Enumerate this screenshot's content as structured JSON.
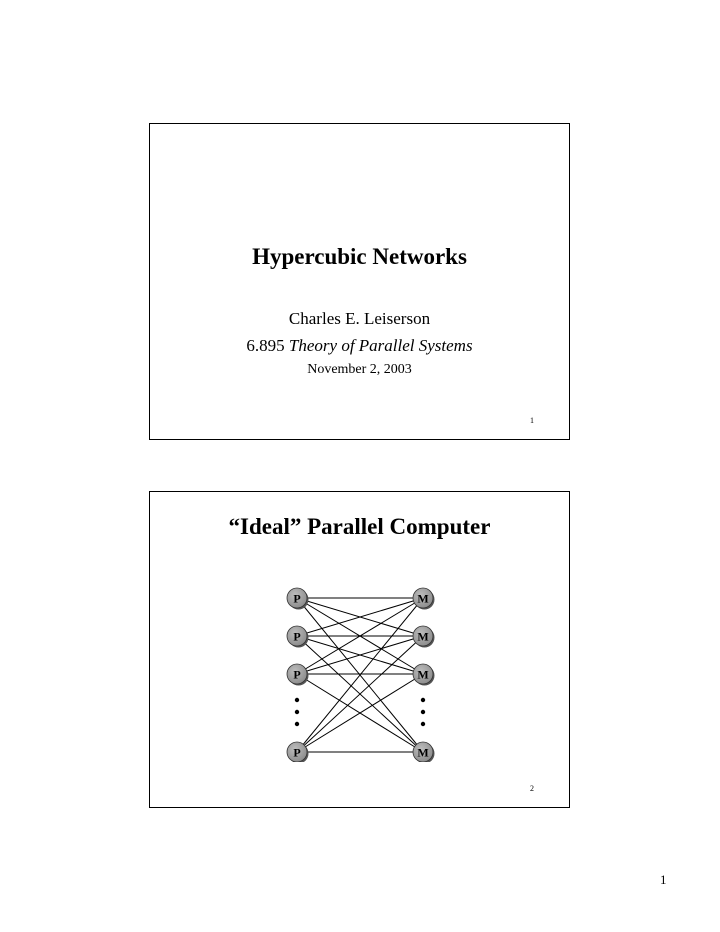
{
  "slide1": {
    "title": "Hypercubic Networks",
    "author": "Charles E. Leiserson",
    "course_number": "6.895",
    "course_name": "Theory of Parallel Systems",
    "date": "November 2, 2003",
    "slide_number": "1"
  },
  "slide2": {
    "title": "“Ideal” Parallel Computer",
    "slide_number": "2",
    "diagram": {
      "processor_label": "P",
      "memory_label": "M",
      "node_fill": "#999999"
    }
  },
  "page_number": "1"
}
